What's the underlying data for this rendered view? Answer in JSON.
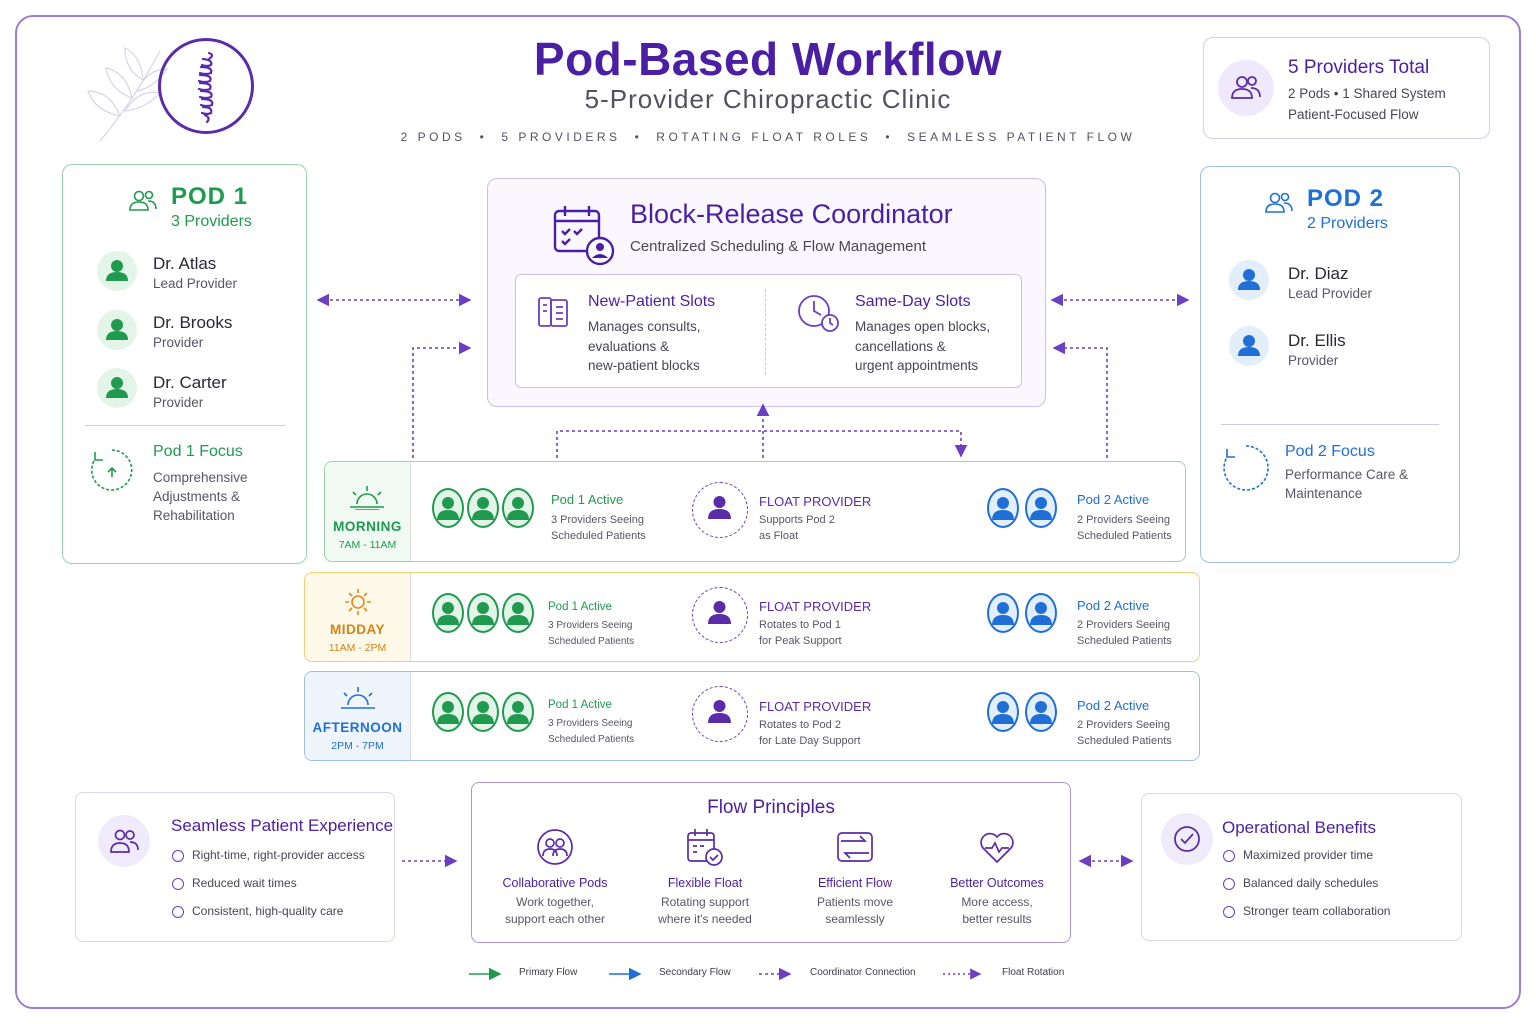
{
  "header": {
    "title": "Pod-Based Workflow",
    "subtitle": "5-Provider Chiropractic Clinic",
    "tags": [
      "2 PODS",
      "5 PROVIDERS",
      "ROTATING FLOAT ROLES",
      "SEAMLESS PATIENT FLOW"
    ]
  },
  "summary": {
    "title": "5 Providers Total",
    "line1": "2 Pods  •  1 Shared System",
    "line2": "Patient-Focused Flow"
  },
  "pod1": {
    "title": "POD 1",
    "subtitle": "3 Providers",
    "providers": [
      {
        "name": "Dr. Atlas",
        "role": "Lead Provider"
      },
      {
        "name": "Dr. Brooks",
        "role": "Provider"
      },
      {
        "name": "Dr. Carter",
        "role": "Provider"
      }
    ],
    "focus_title": "Pod 1 Focus",
    "focus_lines": [
      "Comprehensive",
      "Adjustments &",
      "Rehabilitation"
    ]
  },
  "pod2": {
    "title": "POD 2",
    "subtitle": "2 Providers",
    "providers": [
      {
        "name": "Dr. Diaz",
        "role": "Lead Provider"
      },
      {
        "name": "Dr. Ellis",
        "role": "Provider"
      }
    ],
    "focus_title": "Pod 2 Focus",
    "focus_lines": [
      "Performance Care &",
      "Maintenance"
    ]
  },
  "coordinator": {
    "title": "Block-Release Coordinator",
    "subtitle": "Centralized Scheduling & Flow Management",
    "new_title": "New-Patient Slots",
    "new_lines": [
      "Manages consults,",
      "evaluations &",
      "new-patient blocks"
    ],
    "same_title": "Same-Day Slots",
    "same_lines": [
      "Manages open blocks,",
      "cancellations &",
      "urgent appointments"
    ]
  },
  "rows": {
    "morning": {
      "name": "MORNING",
      "time": "7AM - 11AM",
      "pod1_title": "Pod 1 Active",
      "pod1_lines": [
        "3 Providers Seeing",
        "Scheduled Patients"
      ],
      "float_title": "FLOAT PROVIDER",
      "float_lines": [
        "Supports Pod 2",
        "as Float"
      ],
      "pod2_title": "Pod 2 Active",
      "pod2_lines": [
        "2 Providers Seeing",
        "Scheduled Patients"
      ]
    },
    "midday": {
      "name": "MIDDAY",
      "time": "11AM - 2PM",
      "pod1_title": "Pod 1 Active",
      "pod1_lines": [
        "3 Providers Seeing",
        "Scheduled Patients"
      ],
      "float_title": "FLOAT PROVIDER",
      "float_lines": [
        "Rotates to Pod 1",
        "for Peak Support"
      ],
      "pod2_title": "Pod 2 Active",
      "pod2_lines": [
        "2 Providers Seeing",
        "Scheduled Patients"
      ]
    },
    "afternoon": {
      "name": "AFTERNOON",
      "time": "2PM - 7PM",
      "pod1_title": "Pod 1 Active",
      "pod1_lines": [
        "3 Providers Seeing",
        "Scheduled Patients"
      ],
      "float_title": "FLOAT PROVIDER",
      "float_lines": [
        "Rotates to Pod 2",
        "for Late Day Support"
      ],
      "pod2_title": "Pod 2 Active",
      "pod2_lines": [
        "2 Providers Seeing",
        "Scheduled Patients"
      ]
    }
  },
  "seamless": {
    "title": "Seamless Patient Experience",
    "items": [
      "Right-time, right-provider access",
      "Reduced wait times",
      "Consistent, high-quality care"
    ]
  },
  "principles": {
    "title": "Flow Principles",
    "items": [
      {
        "name": "Collaborative Pods",
        "lines": [
          "Work together,",
          "support each other"
        ],
        "icon": "team-circle-icon"
      },
      {
        "name": "Flexible Float",
        "lines": [
          "Rotating support",
          "where it's needed"
        ],
        "icon": "calendar-check-icon"
      },
      {
        "name": "Efficient Flow",
        "lines": [
          "Patients move",
          "seamlessly"
        ],
        "icon": "swap-arrows-icon"
      },
      {
        "name": "Better Outcomes",
        "lines": [
          "More access,",
          "better results"
        ],
        "icon": "heart-pulse-icon"
      }
    ]
  },
  "benefits": {
    "title": "Operational Benefits",
    "items": [
      "Maximized provider time",
      "Balanced daily schedules",
      "Stronger team collaboration"
    ]
  },
  "legend": [
    "Primary Flow",
    "Secondary Flow",
    "Coordinator Connection",
    "Float Rotation"
  ],
  "colors": {
    "purple": "#4b1fa3",
    "green": "#1f9a4e",
    "blue": "#1f6fd6",
    "orange": "#e48a1a",
    "float": "#5a2ca8"
  }
}
